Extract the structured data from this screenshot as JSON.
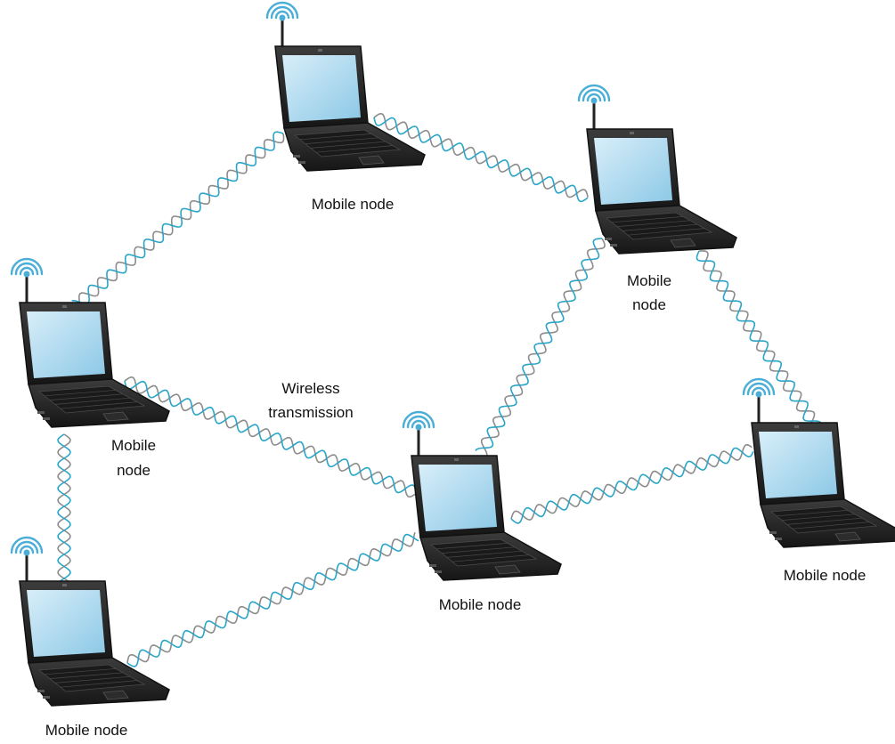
{
  "nodes": [
    {
      "id": "top",
      "label_lines": [
        "Mobile node"
      ]
    },
    {
      "id": "upper-right",
      "label_lines": [
        "Mobile",
        "node"
      ]
    },
    {
      "id": "left",
      "label_lines": [
        "Mobile",
        "node"
      ]
    },
    {
      "id": "center",
      "label_lines": [
        "Mobile node"
      ]
    },
    {
      "id": "right",
      "label_lines": [
        "Mobile node"
      ]
    },
    {
      "id": "bottom-left",
      "label_lines": [
        "Mobile node"
      ]
    }
  ],
  "links": [
    {
      "from": "top",
      "to": "left"
    },
    {
      "from": "top",
      "to": "upper-right"
    },
    {
      "from": "upper-right",
      "to": "center"
    },
    {
      "from": "upper-right",
      "to": "right"
    },
    {
      "from": "left",
      "to": "center"
    },
    {
      "from": "left",
      "to": "bottom-left"
    },
    {
      "from": "center",
      "to": "right"
    },
    {
      "from": "center",
      "to": "bottom-left"
    }
  ],
  "annotation": {
    "lines": [
      "Wireless",
      "transmission"
    ]
  },
  "colors": {
    "wave_primary": "#2aa5c8",
    "wave_secondary": "#8c8c8c",
    "laptop_body": "#2b2b2b",
    "screen": "#a9d7ee",
    "signal": "#4aaed6"
  }
}
